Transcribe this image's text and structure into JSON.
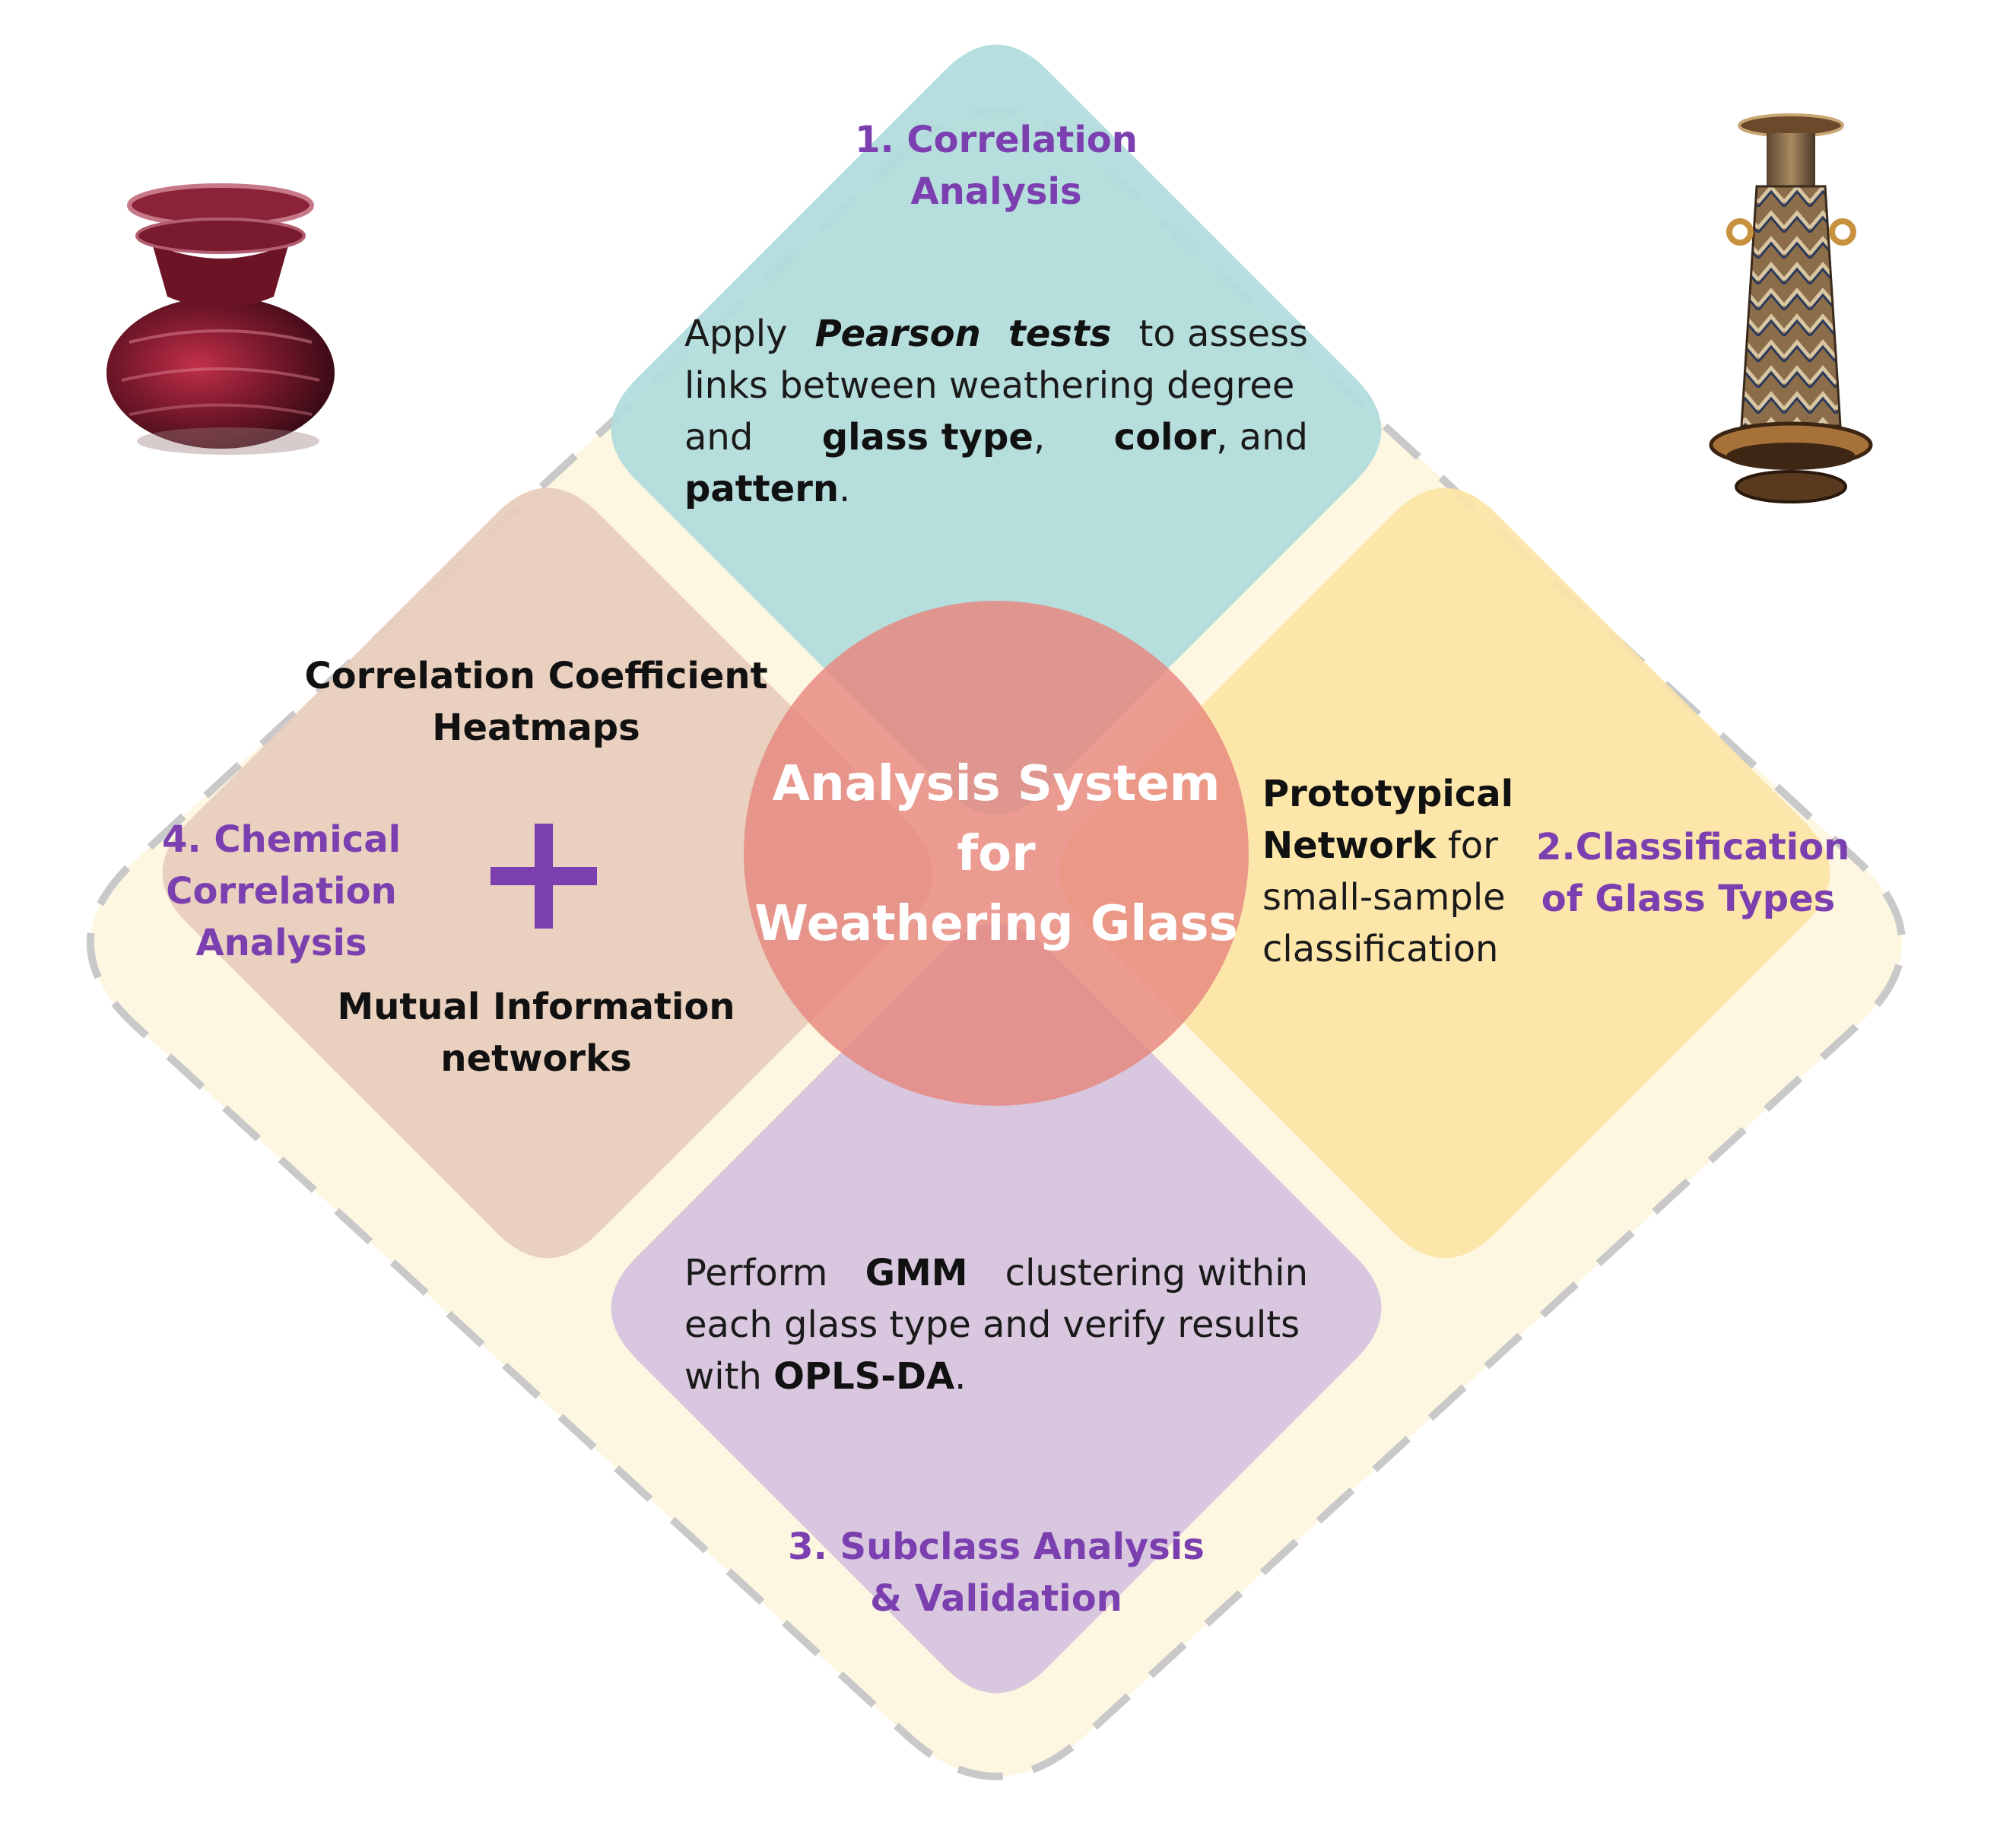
{
  "center": {
    "title_lines": [
      "Analysis System",
      "for",
      "Weathering Glass"
    ]
  },
  "top": {
    "title_lines": [
      "1. Correlation",
      "Analysis"
    ],
    "text": {
      "w1": "Apply",
      "w2": "Pearson",
      "w3": "tests",
      "w4": "to assess",
      "line2": "links between weathering degree",
      "line3a": "and",
      "line3b": "glass type",
      "line3c": ",",
      "line3d": "color",
      "line3e": ", and",
      "line4a": "pattern",
      "line4b": "."
    }
  },
  "right": {
    "title_lines": [
      "2.Classification",
      "of Glass Types"
    ],
    "text": {
      "line1": "Prototypical",
      "line2a": "Network",
      "line2b": " for",
      "line3": "small-sample",
      "line4": "classification"
    }
  },
  "bottom": {
    "title_lines": [
      "3. Subclass Analysis",
      "& Validation"
    ],
    "text": {
      "l1a": "Perform",
      "l1b": "GMM",
      "l1c": "clustering within",
      "line2": "each glass type and verify results",
      "l3a": "with ",
      "l3b": "OPLS-DA",
      "l3c": "."
    }
  },
  "left": {
    "title_lines": [
      "4. Chemical",
      "Correlation",
      "Analysis"
    ],
    "item1_lines": [
      "Correlation Coefficient",
      "Heatmaps"
    ],
    "item2_lines": [
      "Mutual Information",
      "networks"
    ],
    "plus_icon": "plus-icon"
  },
  "colors": {
    "outer_fill": "#fdf6e0",
    "outer_dash": "#c9c9c9",
    "top_fill": "#b2dcdc",
    "right_fill": "#fde5a6",
    "bottom_fill": "#d6c4dd",
    "left_fill": "#e8cebd",
    "circle_fill": "#e7867e",
    "accent_purple": "#7b3fb0"
  },
  "images": {
    "left": "red-glass-jar-image",
    "right": "patterned-glass-bottle-image"
  }
}
